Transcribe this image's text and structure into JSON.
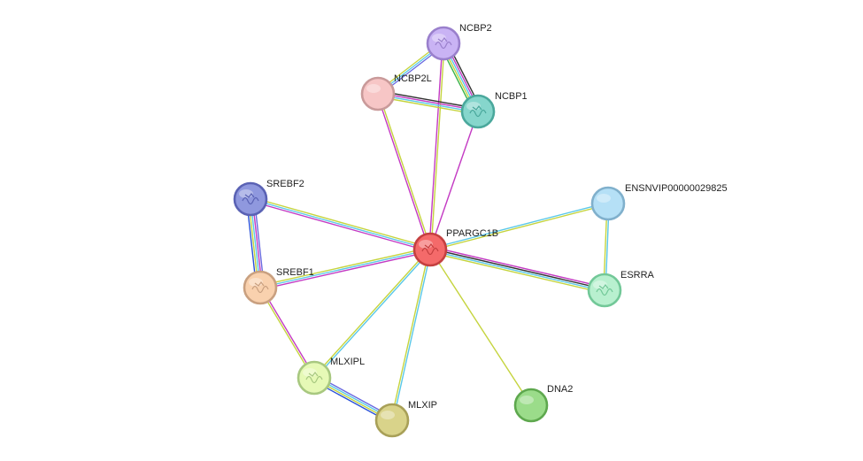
{
  "network": {
    "center": "PPARGC1B",
    "edge_colors": {
      "database": "#5ac8e8",
      "experimental": "#c33ac3",
      "textmining": "#c5d43e",
      "coexpression": "#333333",
      "homology": "#6a6ae0",
      "neighborhood": "#3ab34a",
      "cooccurrence": "#2a52d8"
    },
    "nodes": [
      {
        "id": "PPARGC1B",
        "label": "PPARGC1B",
        "fill": "#f46a6a",
        "stroke": "#c44040",
        "icon": "protein-structure-icon"
      },
      {
        "id": "NCBP2",
        "label": "NCBP2",
        "fill": "#c9b3f4",
        "stroke": "#9a80cc",
        "icon": "protein-structure-icon"
      },
      {
        "id": "NCBP2L",
        "label": "NCBP2L",
        "fill": "#f7c6c6",
        "stroke": "#c99a9a",
        "icon": ""
      },
      {
        "id": "NCBP1",
        "label": "NCBP1",
        "fill": "#86d6cc",
        "stroke": "#4aa89c",
        "icon": "protein-structure-icon"
      },
      {
        "id": "SREBF2",
        "label": "SREBF2",
        "fill": "#8f98de",
        "stroke": "#5a62b4",
        "icon": "protein-structure-icon"
      },
      {
        "id": "SREBF1",
        "label": "SREBF1",
        "fill": "#f9d1ae",
        "stroke": "#c9a080",
        "icon": "protein-structure-icon"
      },
      {
        "id": "ENSNVIP00000029825",
        "label": "ENSNVIP00000029825",
        "fill": "#b5e0f6",
        "stroke": "#80b0cc",
        "icon": ""
      },
      {
        "id": "ESRRA",
        "label": "ESRRA",
        "fill": "#b8f0cf",
        "stroke": "#72c898",
        "icon": "protein-structure-icon"
      },
      {
        "id": "MLXIPL",
        "label": "MLXIPL",
        "fill": "#e6f9b6",
        "stroke": "#a8c880",
        "icon": "protein-structure-icon"
      },
      {
        "id": "MLXIP",
        "label": "MLXIP",
        "fill": "#d9d38a",
        "stroke": "#a8a058",
        "icon": ""
      },
      {
        "id": "DNA2",
        "label": "DNA2",
        "fill": "#9bdc8a",
        "stroke": "#5ea84e",
        "icon": ""
      }
    ],
    "edges": [
      {
        "source": "PPARGC1B",
        "target": "NCBP2",
        "types": [
          "experimental",
          "textmining"
        ]
      },
      {
        "source": "PPARGC1B",
        "target": "NCBP2L",
        "types": [
          "experimental",
          "textmining"
        ]
      },
      {
        "source": "PPARGC1B",
        "target": "NCBP1",
        "types": [
          "experimental"
        ]
      },
      {
        "source": "PPARGC1B",
        "target": "SREBF2",
        "types": [
          "experimental",
          "database",
          "textmining"
        ]
      },
      {
        "source": "PPARGC1B",
        "target": "SREBF1",
        "types": [
          "experimental",
          "database",
          "textmining"
        ]
      },
      {
        "source": "PPARGC1B",
        "target": "ENSNVIP00000029825",
        "types": [
          "database",
          "textmining"
        ]
      },
      {
        "source": "PPARGC1B",
        "target": "ESRRA",
        "types": [
          "experimental",
          "coexpression",
          "database",
          "textmining"
        ]
      },
      {
        "source": "PPARGC1B",
        "target": "MLXIPL",
        "types": [
          "database",
          "textmining"
        ]
      },
      {
        "source": "PPARGC1B",
        "target": "MLXIP",
        "types": [
          "database",
          "textmining"
        ]
      },
      {
        "source": "PPARGC1B",
        "target": "DNA2",
        "types": [
          "textmining"
        ]
      },
      {
        "source": "NCBP2",
        "target": "NCBP2L",
        "types": [
          "homology",
          "database",
          "textmining"
        ]
      },
      {
        "source": "NCBP2",
        "target": "NCBP1",
        "types": [
          "coexpression",
          "experimental",
          "database",
          "textmining",
          "neighborhood"
        ]
      },
      {
        "source": "NCBP2L",
        "target": "NCBP1",
        "types": [
          "coexpression",
          "experimental",
          "database",
          "textmining"
        ]
      },
      {
        "source": "SREBF2",
        "target": "SREBF1",
        "types": [
          "homology",
          "experimental",
          "database",
          "textmining",
          "cooccurrence"
        ]
      },
      {
        "source": "SREBF1",
        "target": "MLXIPL",
        "types": [
          "experimental",
          "textmining"
        ]
      },
      {
        "source": "MLXIPL",
        "target": "MLXIP",
        "types": [
          "homology",
          "database",
          "textmining",
          "cooccurrence"
        ]
      },
      {
        "source": "ENSNVIP00000029825",
        "target": "ESRRA",
        "types": [
          "database",
          "textmining"
        ]
      }
    ]
  }
}
